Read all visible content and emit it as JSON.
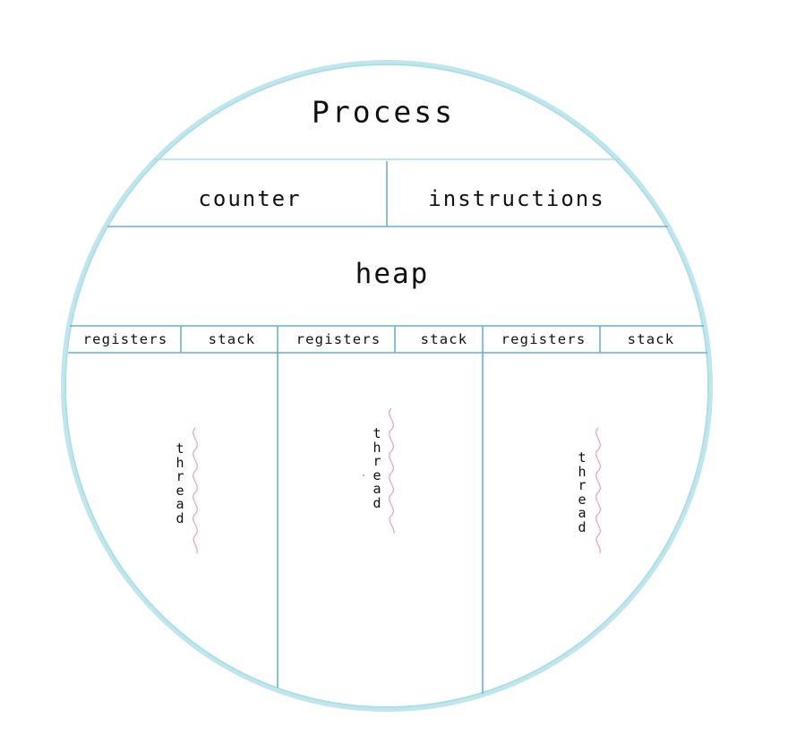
{
  "title": "Process",
  "process_row": {
    "left": "counter",
    "right": "instructions"
  },
  "shared": "heap",
  "threads": [
    {
      "registers": "registers",
      "stack": "stack",
      "label": "thread"
    },
    {
      "registers": "registers",
      "stack": "stack",
      "label": "thread"
    },
    {
      "registers": "registers",
      "stack": "stack",
      "label": "thread"
    }
  ],
  "colors": {
    "circle": "#a9dde6",
    "lines": "#6aaed6",
    "thread_squiggle": "#f0a6b8",
    "text": "#111111"
  }
}
